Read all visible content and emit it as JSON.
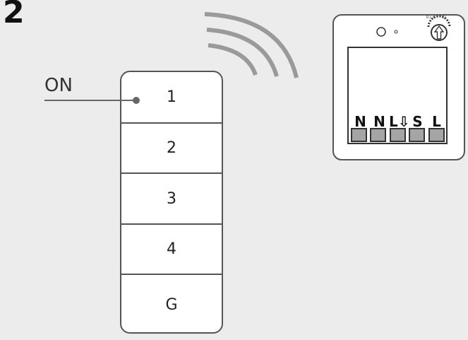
{
  "step_number": "2",
  "on_label": "ON",
  "remote": {
    "buttons": [
      "1",
      "2",
      "3",
      "4",
      "G"
    ]
  },
  "receiver": {
    "terminals": [
      "N",
      "N",
      "L⇩",
      "S",
      "L"
    ],
    "dial_labels": [
      "R.L.C",
      "⏻"
    ]
  },
  "colors": {
    "background": "#ececec",
    "outline": "#555555",
    "signal_waves": "#9a9a9a",
    "terminal_block": "#a5a5a5"
  },
  "icons": [
    "signal-waves-icon",
    "led-indicator-icon",
    "rotary-dial-icon",
    "up-arrow-icon"
  ]
}
